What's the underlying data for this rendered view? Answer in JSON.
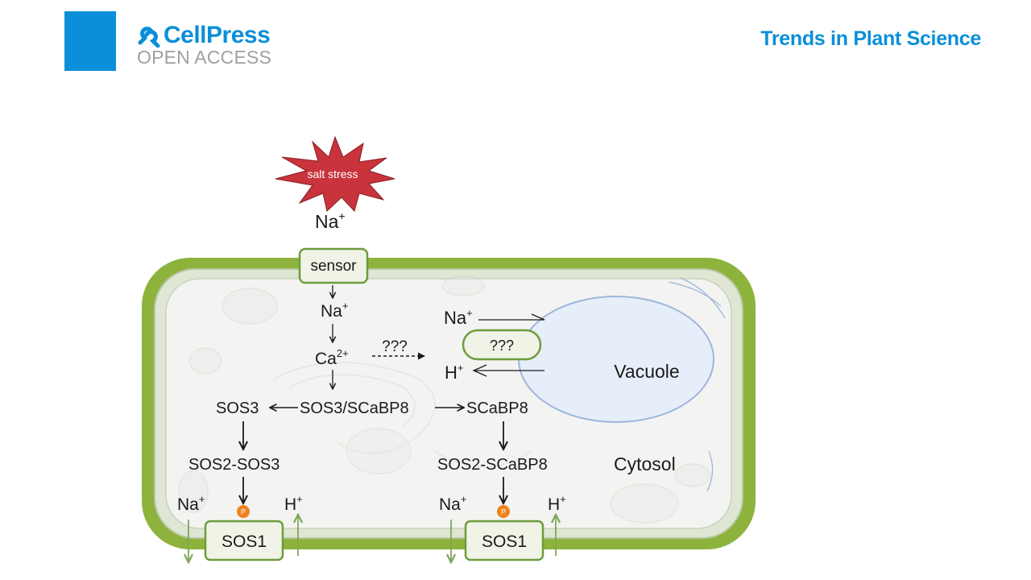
{
  "header": {
    "brand_name": "CellPress",
    "brand_sub": "OPEN ACCESS",
    "journal": "Trends in Plant Science"
  },
  "diagram": {
    "salt_stress": "salt stress",
    "na_outside": "Na",
    "sensor": "sensor",
    "na_inside": "Na",
    "ca": "Ca",
    "ca_charge": "2+",
    "unknown_signal": "???",
    "vacuole_na": "Na",
    "vacuole_transporter": "???",
    "vacuole_h": "H",
    "vacuole": "Vacuole",
    "sos3_left": "SOS3",
    "sos3_scabp8": "SOS3/SCaBP8",
    "scabp8_right": "SCaBP8",
    "sos2_sos3": "SOS2-SOS3",
    "sos2_scabp8": "SOS2-SCaBP8",
    "cytosol": "Cytosol",
    "plus": "+",
    "phospho": "P",
    "left_na": "Na",
    "left_h": "H",
    "left_sos1": "SOS1",
    "right_na": "Na",
    "right_h": "H",
    "right_sos1": "SOS1"
  },
  "colors": {
    "brand_blue": "#0a8fd8",
    "cell_wall_green": "#8db33d",
    "starburst_red": "#c8333c",
    "vacuole_fill": "#e6eef9",
    "vacuole_stroke": "#9fb5dc",
    "phospho_orange": "#f0821e",
    "transport_arrow_green": "#7fa85a"
  }
}
